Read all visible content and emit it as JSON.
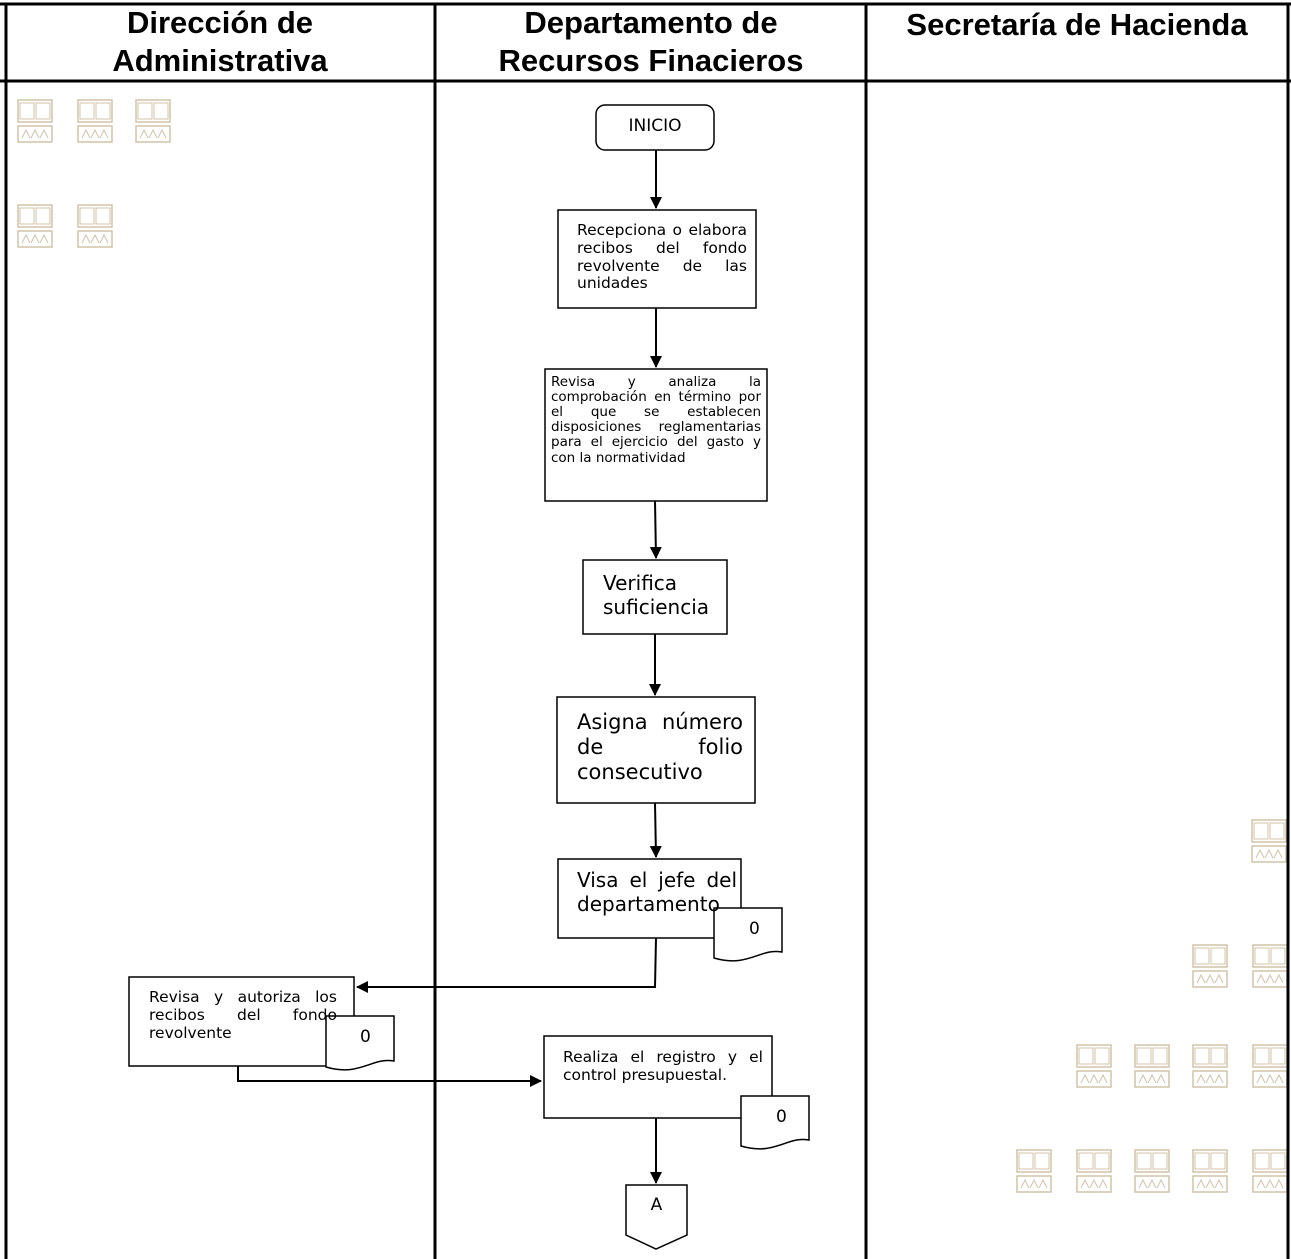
{
  "lanes": [
    {
      "title_line1": "Dirección de",
      "title_line2": "Administrativa"
    },
    {
      "title_line1": "Departamento de",
      "title_line2": "Recursos Finacieros"
    },
    {
      "title_line1": "Secretaría de Hacienda",
      "title_line2": ""
    }
  ],
  "nodes": {
    "inicio": "INICIO",
    "recepciona": "Recepciona o elabora recibos del fondo revolvente de las unidades",
    "revisa_analiza": "Revisa y analiza la comprobación en término por el que se establecen disposiciones reglamentarias para el ejercicio del gasto y con la normatividad",
    "verifica": "Verifica suficiencia",
    "asigna": "Asigna número de folio consecutivo",
    "visa": "Visa el jefe del departamento",
    "revisa_autoriza": "Revisa y autoriza los recibos del fondo revolvente",
    "realiza": "Realiza el registro y el control presupuestal.",
    "connector": "A"
  },
  "documents": {
    "visa_doc": "0",
    "revisa_autoriza_doc": "0",
    "realiza_doc": "0"
  },
  "colors": {
    "line": "#000000",
    "watermark": "#c9b99a"
  }
}
